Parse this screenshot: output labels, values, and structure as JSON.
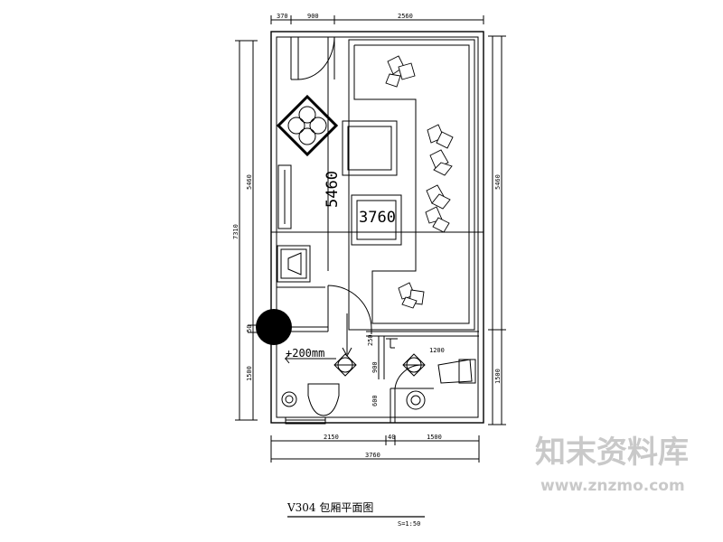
{
  "plan": {
    "title": "V304 包厢平面图",
    "scale": "S=1:50",
    "room_length_label": "5460",
    "room_width_label": "3760",
    "floor_level_label": "+200mm",
    "dims": {
      "top_a": "370",
      "top_b": "900",
      "top_c": "2560",
      "bottom_a": "2150",
      "bottom_b": "40",
      "bottom_c": "1500",
      "bottom_total": "3760",
      "left_total": "7310",
      "left_upper": "5460",
      "left_mid": "50",
      "left_lower": "1500",
      "right_upper": "5460",
      "right_lower": "1500",
      "wc_a": "1200",
      "wc_b": "900",
      "wc_c": "600",
      "wc_d": "250"
    }
  },
  "watermark": {
    "brand": "知末资料库",
    "url": "www.znzmo.com"
  }
}
